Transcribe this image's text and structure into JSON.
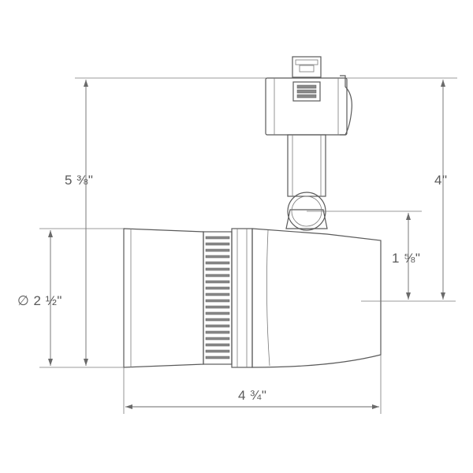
{
  "dimensions": {
    "overall_height": "5 ⅜\"",
    "mount_height": "4\"",
    "pivot_offset": "1 ⅝\"",
    "diameter": "∅ 2 ½\"",
    "length": "4 ¾\""
  },
  "colors": {
    "line": "#5a5a5a",
    "dimension": "#6a6a6a",
    "background": "#ffffff"
  }
}
